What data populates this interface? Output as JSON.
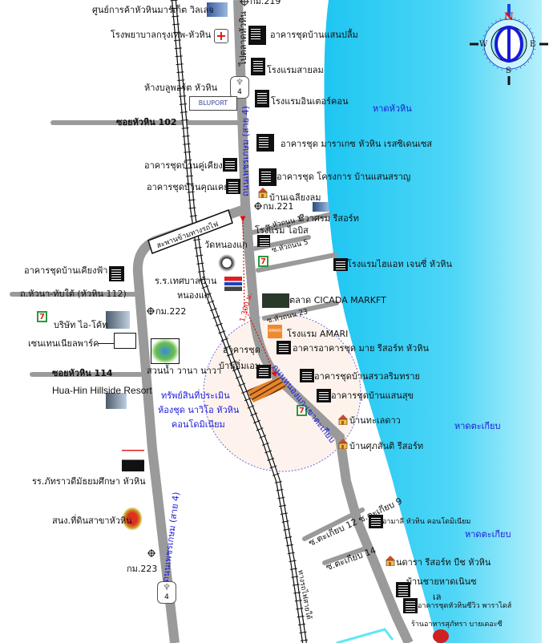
{
  "colors": {
    "sea": "#1ec6f2",
    "road": "#9a9a9a",
    "route": "#e01010",
    "label_blue": "#1a1ad8",
    "circle_fill": "#fdf3ec",
    "parcel": "#e8842a"
  },
  "compass": {
    "n": "N",
    "e": "E",
    "s": "S",
    "w": "W"
  },
  "highway_shield": "4",
  "labels": {
    "market_village": "ศูนย์การค้าหัวหินมาร์เก็ต วิลเลจ",
    "km219": "กม.219",
    "bangkok_hospital": "โรงพยาบาลกรุงเทพ-หัวหิน",
    "baan_saen_ploen": "อาคารชุดบ้านแสนปลื้ม",
    "to_huahin_market": "ไปตลาดหัวหิน",
    "sailom_hotel": "โรงแรมสายลม",
    "bluport_mall": "ห้างบลูพอร์ต หัวหิน",
    "bluport_logo": "BLUPORT",
    "intercon_hotel": "โรงแรมอินเตอร์คอน",
    "hua_hin_beach": "หาดหัวหิน",
    "soi_102": "ซอยหัวหิน 102",
    "phetkasem_top": "ถนนเพชรเกษม (สาย 4)",
    "marrakesh": "อาคารชุด มาราเกซ หัวหิน เรสซิเดนเซส",
    "baan_koo_kiang": "อาคารชุดบ้านคู่เคียง",
    "baan_saen_saran": "อาคารชุด โครงการ บ้านแสนสราญ",
    "baan_khun_koey": "อาคารชุดบ้านคุณเคย",
    "baan_chaliang_lom": "บ้านเฉลียงลม",
    "km221": "กม.221",
    "soi_hua_thanon_1": "ซ.หัวถนน 1",
    "chiva_som": "ชีวาศรม รีสอร์ท",
    "ibis": "โรงแรม ไอบิส",
    "soi_hua_thanon_5": "ซ.หัวถนน 5",
    "rail_overpass": "สะพานข้ามทางรถไฟ",
    "wat_nong_kae": "วัดหนองแก",
    "baan_kiang_fah": "อาคารชุดบ้านเคียงฟ้า",
    "school_1": "ร.ร.เทศบาลบ้าน",
    "school_2": "หนองแก",
    "hyatt": "โรงแรมไฮแอท เจนซี่ หัวหิน",
    "road_112": "ถ.หัวนา-ทับใต้ (หัวหิน 112)",
    "cicada": "ตลาด CICADA MARKFT",
    "soi_hua_thanon_23": "ซ.หัวถนน 23",
    "km222": "กม.222",
    "i_cot": "บริษัท ไอ-โค้ท",
    "centennial_park": "เซนเทนเนียลพาร์ค",
    "amari": "โรงแรม AMARI",
    "my_resort": "อาคารอาคารชุด มาย รีสอร์ท หัวหิน",
    "baan_im_em_1": "อาคารชุด",
    "baan_im_em_2": "บ้านอิ่มเอม",
    "vana_nava": "สวนน้ำ วานา นาวา",
    "soi_114": "ซอยหัวหิน 114",
    "nongkae_road": "ถนนหนองแก-เขาตะเกียบ",
    "baan_suan_rim_sai": "อาคารชุดบ้านสรวลริมทราย",
    "hillside_resort": "Hua-Hin Hillside Resort",
    "subject_1": "ทรัพย์สินที่ประเมิน",
    "subject_2": "ห้องชุด นาวิโอ หัวหิน",
    "subject_3": "คอนโดมิเนียม",
    "baan_saen_suk": "อาคารชุดบ้านแสนสุข",
    "takiab_beach_1": "หาดตะเกียบ",
    "baan_talay_dao": "บ้านทะเลดาว",
    "baan_suphasanti": "บ้านศุภสันติ รีสอร์ท",
    "distance": "1,300 ม.",
    "pattarawadee_school": "รร.ภัทราวดีมัธยมศึกษา หัวหิน",
    "soi_takiab_12_9": "ซ.ตะเกียบ 12 ซ.ตะเกียบ 9",
    "land_office": "สนง.ที่ดินสาขาหัวหิน",
    "amari_condo": "อามาลี หัวหิน คอนโดมิเนียม",
    "takiab_beach_2": "หาดตะเกียบ",
    "km223": "กม.223",
    "phetkasem_bottom": "ถนนเพชรเกษม (สาย 4)",
    "soi_takiab_14": "ซ.ตะเกียบ 14",
    "dara_resort": "นดารา รีสอร์ท บีช หัวหิน",
    "baan_chai_haad_1": "บ้านชายหาดเนินซ",
    "baan_chai_haad_2": "เล",
    "seaview_paradise": "อาคารชุดหัวหินซีวิว พาราไดส์",
    "suphattra": "ร้านอาหารสุภัทรา บายเดอะซี",
    "southern_railway": "ทางรถไฟสายใต้"
  }
}
